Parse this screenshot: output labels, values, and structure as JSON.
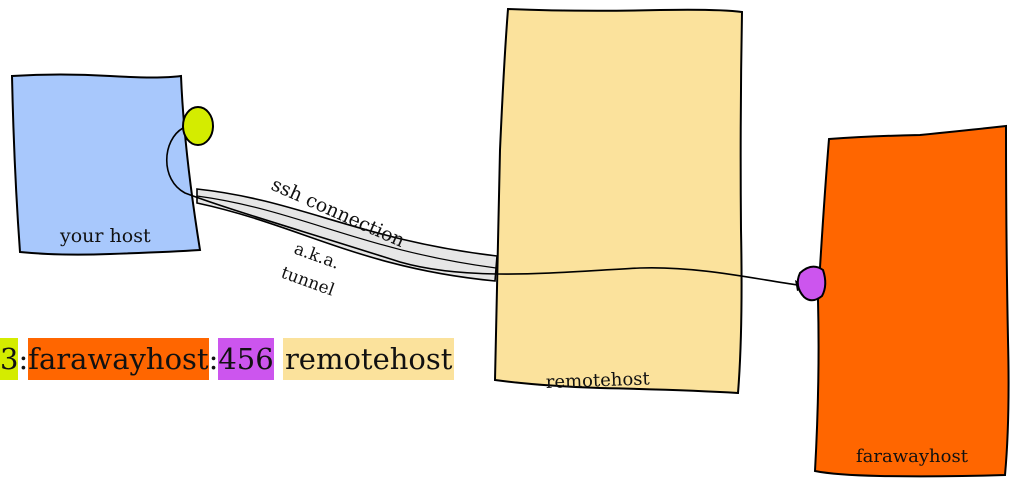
{
  "diagram": {
    "your_host_label": "your host",
    "remotehost_label": "remotehost",
    "farawayhost_label": "farawayhost",
    "connection_label": "ssh connection",
    "aka_label": "a.k.a.",
    "tunnel_label": "tunnel"
  },
  "command": {
    "local_port_fragment": "3",
    "separator_1": ":",
    "faraway_host": "farawayhost",
    "separator_2": ":",
    "remote_port": "456",
    "space": " ",
    "remote_host": "remotehost"
  },
  "colors": {
    "your_host": "#a8c8fc",
    "remotehost": "#fbe29c",
    "farawayhost": "#ff6600",
    "local_port": "#d4ec00",
    "remote_port": "#cc55ee"
  }
}
